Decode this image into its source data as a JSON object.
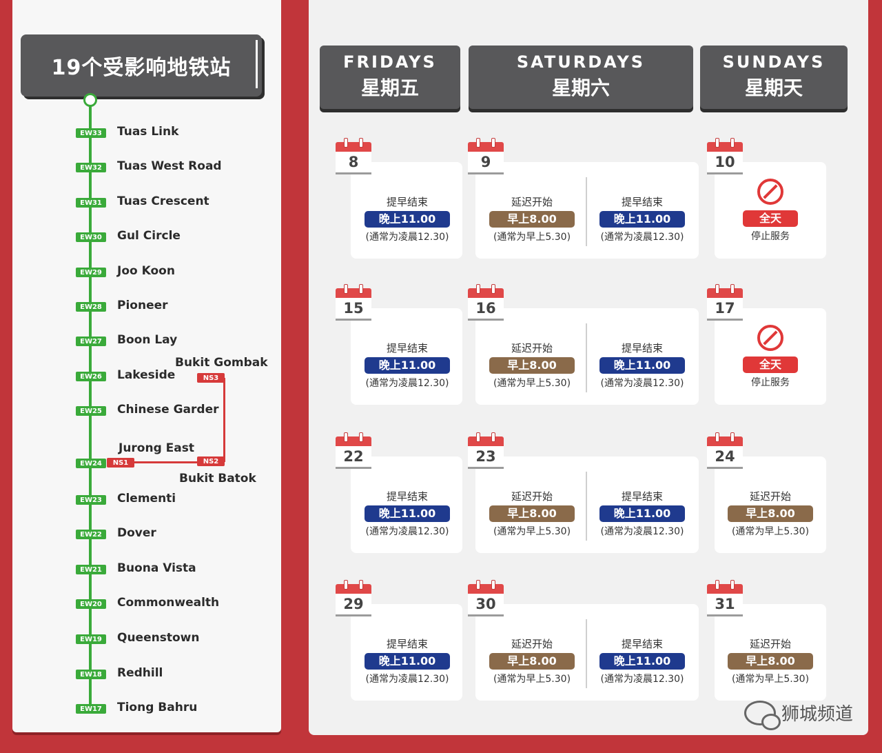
{
  "left": {
    "title": "19个受影响地铁站",
    "stations": [
      {
        "code": "EW33",
        "name": "Tuas Link"
      },
      {
        "code": "EW32",
        "name": "Tuas West Road"
      },
      {
        "code": "EW31",
        "name": "Tuas Crescent"
      },
      {
        "code": "EW30",
        "name": "Gul Circle"
      },
      {
        "code": "EW29",
        "name": "Joo Koon"
      },
      {
        "code": "EW28",
        "name": "Pioneer"
      },
      {
        "code": "EW27",
        "name": "Boon Lay"
      },
      {
        "code": "EW26",
        "name": "Lakeside"
      },
      {
        "code": "EW25",
        "name": "Chinese Garder"
      },
      {
        "code": "EW24",
        "name": ""
      },
      {
        "code": "EW23",
        "name": "Clementi"
      },
      {
        "code": "EW22",
        "name": "Dover"
      },
      {
        "code": "EW21",
        "name": "Buona Vista"
      },
      {
        "code": "EW20",
        "name": "Commonwealth"
      },
      {
        "code": "EW19",
        "name": "Queenstown"
      },
      {
        "code": "EW18",
        "name": "Redhill"
      },
      {
        "code": "EW17",
        "name": "Tiong Bahru"
      }
    ],
    "ns": {
      "ns1": "NS1",
      "ns2": "NS2",
      "ns3": "NS3",
      "jurong_east": "Jurong East",
      "bukit_batok": "Bukit Batok",
      "bukit_gombak": "Bukit Gombak"
    }
  },
  "headers": {
    "fri_en": "FRIDAYS",
    "fri_cn": "星期五",
    "sat_en": "SATURDAYS",
    "sat_cn": "星期六",
    "sun_en": "SUNDAYS",
    "sun_cn": "星期天"
  },
  "labels": {
    "early_end": "提早结束",
    "late_start": "延迟开始",
    "pm11": "晚上11.00",
    "am8": "早上8.00",
    "note_end": "(通常为凌晨12.30)",
    "note_start": "(通常为早上5.30)",
    "full_day": "全天",
    "no_service": "停止服务"
  },
  "weeks": [
    {
      "fri": "8",
      "sat": "9",
      "sun": "10",
      "sun_closed": true
    },
    {
      "fri": "15",
      "sat": "16",
      "sun": "17",
      "sun_closed": true
    },
    {
      "fri": "22",
      "sat": "23",
      "sun": "24",
      "sun_closed": false
    },
    {
      "fri": "29",
      "sat": "30",
      "sun": "31",
      "sun_closed": false
    }
  ],
  "watermark": "狮城频道",
  "colors": {
    "background": "#c1353a",
    "ew_line": "#3aaa3a",
    "ns_line": "#d63a3a",
    "pill_blue": "#1f3a8e",
    "pill_brown": "#8a6a4a"
  }
}
